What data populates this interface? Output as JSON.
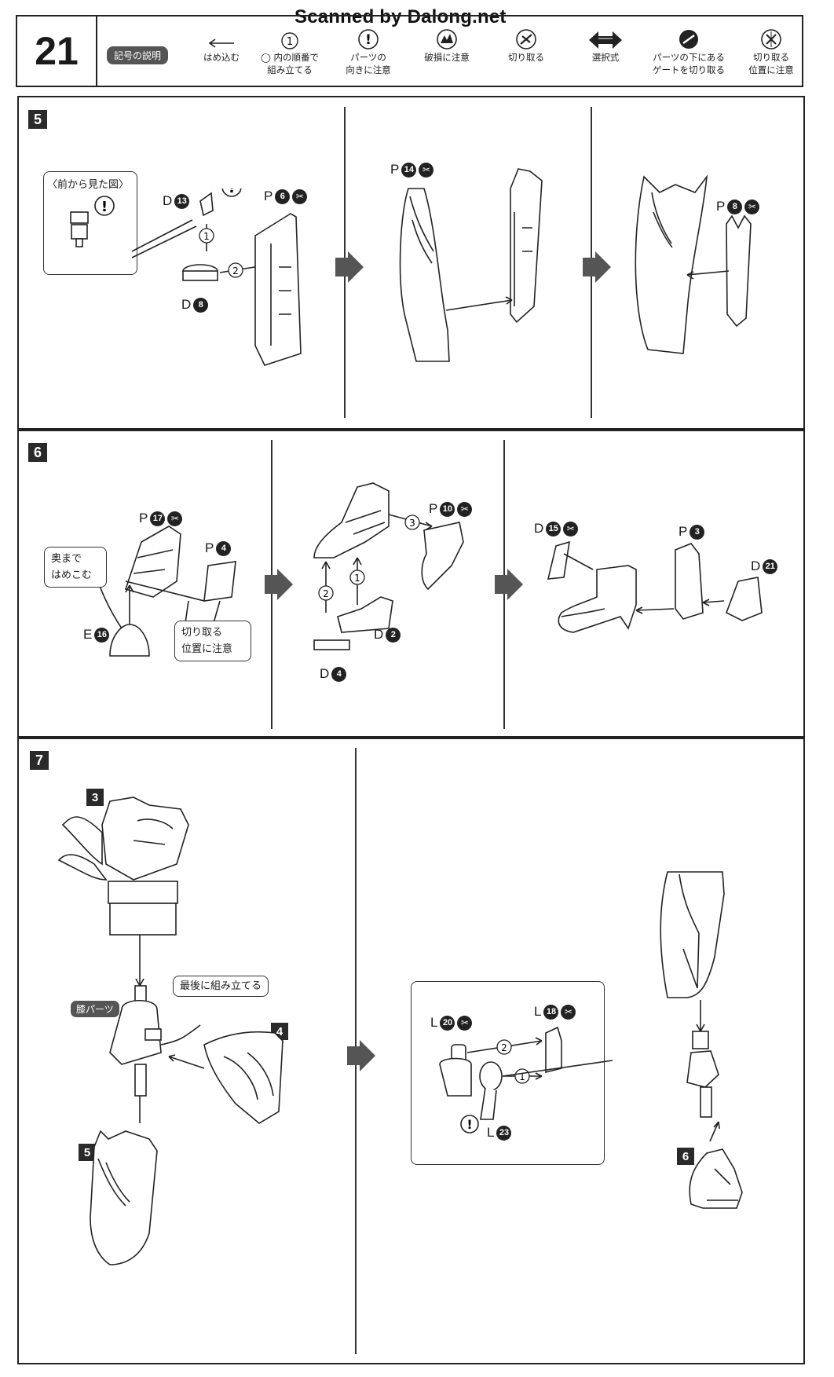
{
  "watermark": "Scanned by Dalong.net",
  "header": {
    "page_number": "21",
    "legend_title": "記号の説明",
    "legend": [
      {
        "symbol": "arrow",
        "label_line1": "はめ込む",
        "label_line2": ""
      },
      {
        "symbol": "circle-1",
        "symbol_text": "1",
        "label_line1": "◯ 内の順番で",
        "label_line2": "組み立てる"
      },
      {
        "symbol": "exclamation",
        "symbol_text": "!",
        "label_line1": "パーツの",
        "label_line2": "向きに注意"
      },
      {
        "symbol": "break",
        "label_line1": "破損に注意",
        "label_line2": ""
      },
      {
        "symbol": "cut",
        "label_line1": "切り取る",
        "label_line2": ""
      },
      {
        "symbol": "double-arrow",
        "label_line1": "選択式",
        "label_line2": ""
      },
      {
        "symbol": "gate-cut",
        "label_line1": "パーツの下にある",
        "label_line2": "ゲートを切り取る"
      },
      {
        "symbol": "cut-position",
        "label_line1": "切り取る",
        "label_line2": "位置に注意"
      }
    ]
  },
  "step5": {
    "number": "5",
    "front_view_label": "〈前から見た図〉",
    "parts": [
      {
        "id": "d13",
        "letter": "D",
        "num": "13",
        "cut": false
      },
      {
        "id": "d8",
        "letter": "D",
        "num": "8",
        "cut": false
      },
      {
        "id": "p6",
        "letter": "P",
        "num": "6",
        "cut": true
      },
      {
        "id": "p14",
        "letter": "P",
        "num": "14",
        "cut": true
      },
      {
        "id": "p8",
        "letter": "P",
        "num": "8",
        "cut": true
      }
    ],
    "order": [
      "1",
      "2"
    ]
  },
  "step6": {
    "number": "6",
    "callout_fit": [
      "奥まで",
      "はめこむ"
    ],
    "callout_cut": [
      "切り取る",
      "位置に注意"
    ],
    "parts": [
      {
        "id": "p17",
        "letter": "P",
        "num": "17",
        "cut": true
      },
      {
        "id": "p4",
        "letter": "P",
        "num": "4",
        "cut": false
      },
      {
        "id": "e16",
        "letter": "E",
        "num": "16",
        "cut": false
      },
      {
        "id": "p10",
        "letter": "P",
        "num": "10",
        "cut": true
      },
      {
        "id": "d2",
        "letter": "D",
        "num": "2",
        "cut": false
      },
      {
        "id": "d4",
        "letter": "D",
        "num": "4",
        "cut": false
      },
      {
        "id": "d15",
        "letter": "D",
        "num": "15",
        "cut": true
      },
      {
        "id": "p3",
        "letter": "P",
        "num": "3",
        "cut": false
      },
      {
        "id": "d21",
        "letter": "D",
        "num": "21",
        "cut": false
      }
    ],
    "order": [
      "1",
      "2",
      "3"
    ]
  },
  "step7": {
    "number": "7",
    "sub_steps": [
      "3",
      "4",
      "5",
      "6"
    ],
    "knee_label": "膝パーツ",
    "last_assemble_label": "最後に組み立てる",
    "parts": [
      {
        "id": "l20",
        "letter": "L",
        "num": "20",
        "cut": true
      },
      {
        "id": "l18",
        "letter": "L",
        "num": "18",
        "cut": true
      },
      {
        "id": "l23",
        "letter": "L",
        "num": "23",
        "cut": false
      }
    ],
    "order": [
      "1",
      "2"
    ]
  }
}
